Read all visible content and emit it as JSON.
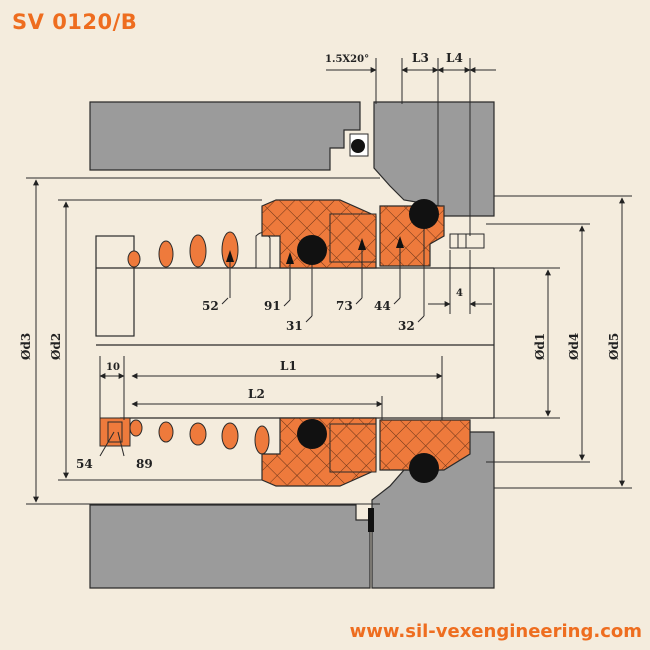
{
  "title": "SV 0120/B",
  "footer_url": "www.sil-vexengineering.com",
  "colors": {
    "background": "#f4ecdd",
    "housing_gray": "#9b9b9b",
    "seal_orange": "#ee7a3c",
    "accent_orange": "#ee6d1f",
    "outline": "#2a2a2a"
  },
  "dimensions": {
    "top": [
      "1.5X20°",
      "L3",
      "L4"
    ],
    "small": [
      "4",
      "10"
    ],
    "lengths": [
      "L1",
      "L2"
    ],
    "diameters": [
      "Ød3",
      "Ød2",
      "Ød1",
      "Ød4",
      "Ød5"
    ]
  },
  "parts": [
    "52",
    "91",
    "73",
    "44",
    "31",
    "32",
    "54",
    "89"
  ]
}
